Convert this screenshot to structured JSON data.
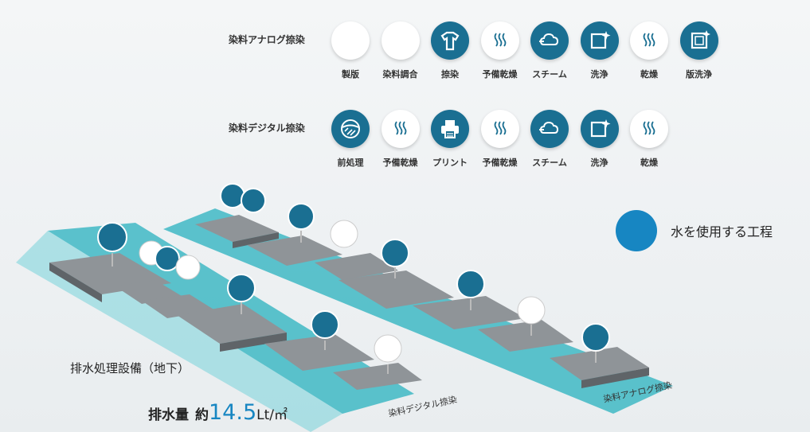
{
  "rows": [
    {
      "label": "染料アナログ捺染",
      "steps": [
        {
          "label": "製版",
          "icon": "frame-stack-icon",
          "water": false
        },
        {
          "label": "染料調合",
          "icon": "flask-icon",
          "water": false
        },
        {
          "label": "捺染",
          "icon": "tshirt-icon",
          "water": true
        },
        {
          "label": "予備乾燥",
          "icon": "heat-waves-icon",
          "water": false
        },
        {
          "label": "スチーム",
          "icon": "steam-cloud-icon",
          "water": true
        },
        {
          "label": "洗浄",
          "icon": "sparkle-square-icon",
          "water": true
        },
        {
          "label": "乾燥",
          "icon": "heat-waves-icon",
          "water": false
        },
        {
          "label": "版洗浄",
          "icon": "sparkle-frame-icon",
          "water": true
        }
      ]
    },
    {
      "label": "染料デジタル捺染",
      "steps": [
        {
          "label": "前処理",
          "icon": "pretreatment-icon",
          "water": true
        },
        {
          "label": "予備乾燥",
          "icon": "heat-waves-icon",
          "water": false
        },
        {
          "label": "プリント",
          "icon": "printer-icon",
          "water": true
        },
        {
          "label": "予備乾燥",
          "icon": "heat-waves-icon",
          "water": false
        },
        {
          "label": "スチーム",
          "icon": "steam-cloud-icon",
          "water": true
        },
        {
          "label": "洗浄",
          "icon": "sparkle-square-icon",
          "water": true
        },
        {
          "label": "乾燥",
          "icon": "heat-waves-icon",
          "water": false
        }
      ]
    }
  ],
  "legend": {
    "label": "水を使用する工程",
    "color": "#1786c2"
  },
  "colors": {
    "water_step": "#1a6f92",
    "dry_step": "#ffffff",
    "lane": "#3fb8c4",
    "block": "#8f9498"
  },
  "scene": {
    "facility_label": "排水処理設備（地下）",
    "discharge_label": "排水量",
    "discharge_prefix": "約",
    "discharge_value": "14.5",
    "discharge_unit": "Lt/㎡",
    "digital_lane_label": "染料デジタル捺染",
    "analog_lane_label": "染料アナログ捺染"
  }
}
